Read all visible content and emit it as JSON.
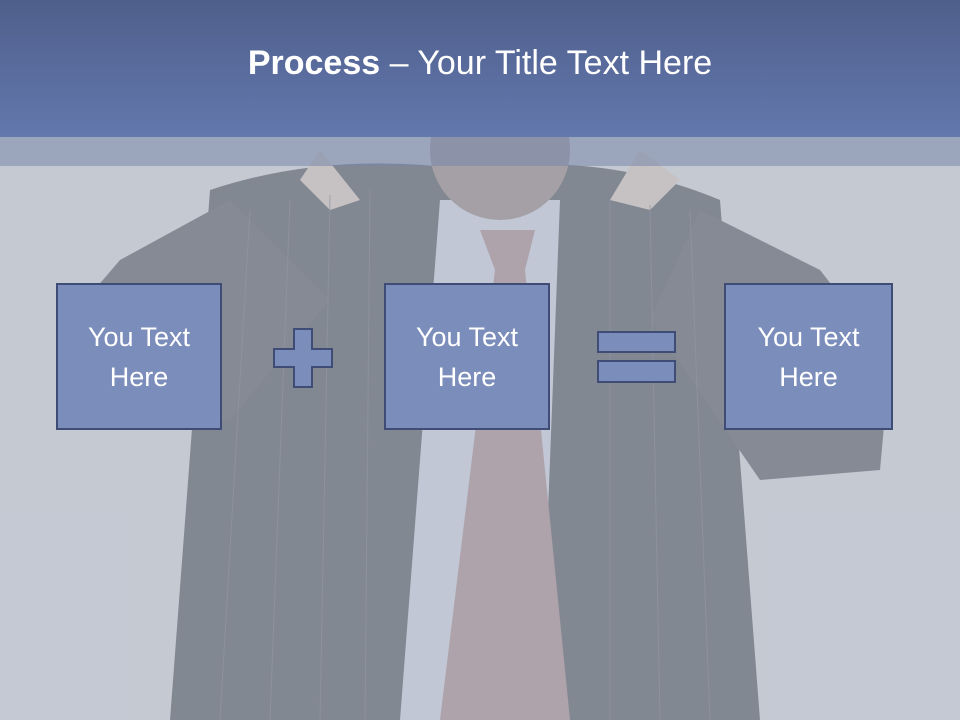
{
  "title": {
    "bold": "Process",
    "dash": " – ",
    "rest": "Your Title Text Here"
  },
  "process": {
    "boxes": [
      {
        "text": "You Text Here"
      },
      {
        "text": "You Text Here"
      },
      {
        "text": "You Text Here"
      }
    ],
    "operators": [
      "plus-icon",
      "equals-icon"
    ]
  },
  "colors": {
    "title_bar": "#5a6ca0",
    "box_fill": "#7b8dbb",
    "box_border": "#3f4c76",
    "text": "#ffffff"
  }
}
